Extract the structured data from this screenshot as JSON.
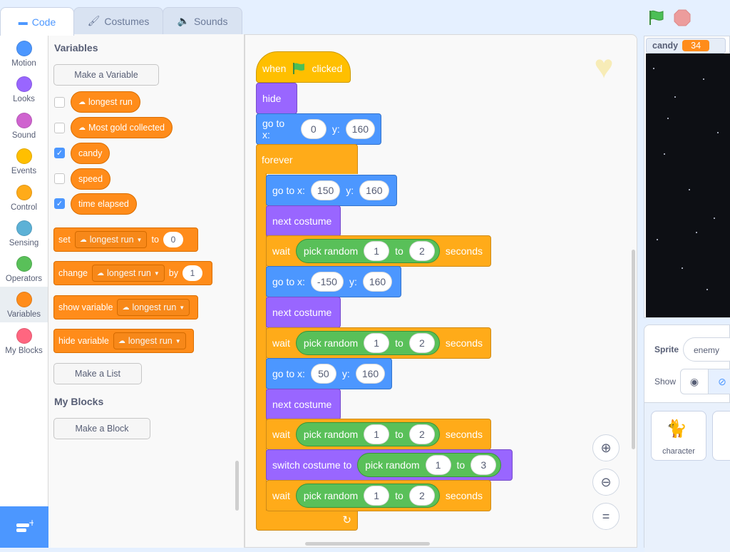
{
  "tabs": {
    "code": "Code",
    "costumes": "Costumes",
    "sounds": "Sounds"
  },
  "categories": [
    {
      "label": "Motion",
      "color": "#4c97ff"
    },
    {
      "label": "Looks",
      "color": "#9966ff"
    },
    {
      "label": "Sound",
      "color": "#cf63cf"
    },
    {
      "label": "Events",
      "color": "#ffbf00"
    },
    {
      "label": "Control",
      "color": "#ffab19"
    },
    {
      "label": "Sensing",
      "color": "#5cb1d6"
    },
    {
      "label": "Operators",
      "color": "#59c059"
    },
    {
      "label": "Variables",
      "color": "#ff8c1a"
    },
    {
      "label": "My Blocks",
      "color": "#ff6680"
    }
  ],
  "palette": {
    "variables_title": "Variables",
    "make_variable": "Make a Variable",
    "variables": [
      {
        "name": "longest run",
        "checked": false
      },
      {
        "name": "Most gold collected",
        "checked": false
      },
      {
        "name": "candy",
        "checked": true
      },
      {
        "name": "speed",
        "checked": false
      },
      {
        "name": "time elapsed",
        "checked": true
      }
    ],
    "set": {
      "label": "set",
      "var": "longest run",
      "to": "to",
      "value": "0"
    },
    "change": {
      "label": "change",
      "var": "longest run",
      "by": "by",
      "value": "1"
    },
    "show": {
      "label": "show variable",
      "var": "longest run"
    },
    "hide": {
      "label": "hide variable",
      "var": "longest run"
    },
    "make_list": "Make a List",
    "myblocks_title": "My Blocks",
    "make_block": "Make a Block"
  },
  "script": {
    "when": "when",
    "clicked": "clicked",
    "hide": "hide",
    "goto": "go to x:",
    "y": "y:",
    "goto1": {
      "x": "0",
      "y": "160"
    },
    "forever": "forever",
    "goto2": {
      "x": "150",
      "y": "160"
    },
    "next_costume": "next costume",
    "wait": "wait",
    "pick_random": "pick random",
    "to": "to",
    "seconds": "seconds",
    "r_from": "1",
    "r_to": "2",
    "goto3": {
      "x": "-150",
      "y": "160"
    },
    "goto4": {
      "x": "50",
      "y": "160"
    },
    "switch_costume": "switch costume to",
    "r3_to": "3"
  },
  "stage": {
    "monitor_label": "candy",
    "monitor_value": "34"
  },
  "sprite_panel": {
    "sprite_label": "Sprite",
    "sprite_name": "enemy",
    "show_label": "Show",
    "sprites": [
      "character"
    ]
  }
}
